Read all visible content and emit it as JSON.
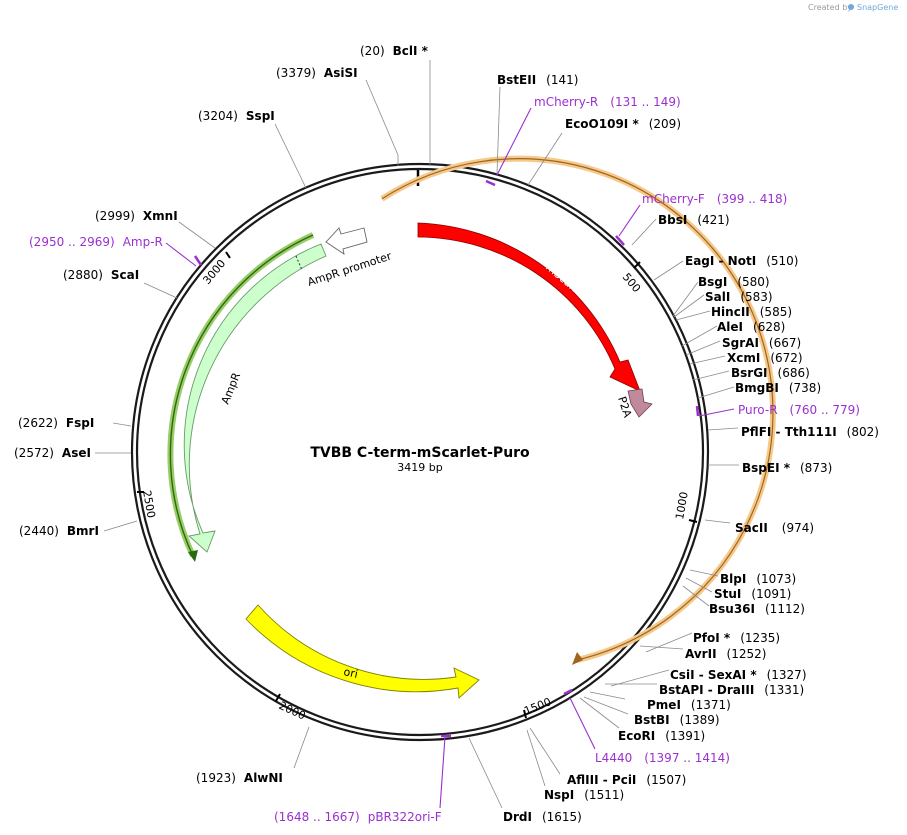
{
  "credit": "Created by",
  "brand": "SnapGene",
  "title": "TVBB C-term-mScarlet-Puro",
  "length": "3419 bp",
  "ticks": [
    "500",
    "1000",
    "1500",
    "2000",
    "2500",
    "3000"
  ],
  "features": {
    "mscarlet": "mScarlet",
    "p2a": "P2A",
    "ampr": "AmpR",
    "ampr_promoter": "AmpR promoter",
    "ori": "ori"
  },
  "sites": [
    {
      "name": "BclI *",
      "pos": "(20)"
    },
    {
      "name": "AsiSI",
      "pos": "(3379)"
    },
    {
      "name": "SspI",
      "pos": "(3204)"
    },
    {
      "name": "XmnI",
      "pos": "(2999)"
    },
    {
      "name": "ScaI",
      "pos": "(2880)"
    },
    {
      "name": "FspI",
      "pos": "(2622)"
    },
    {
      "name": "AseI",
      "pos": "(2572)"
    },
    {
      "name": "BmrI",
      "pos": "(2440)"
    },
    {
      "name": "AlwNI",
      "pos": "(1923)"
    },
    {
      "name": "DrdI",
      "pos": "(1615)"
    },
    {
      "name": "NspI",
      "pos": "(1511)"
    },
    {
      "name": "AflIII  -  PciI",
      "pos": "(1507)"
    },
    {
      "name": "EcoRI",
      "pos": "(1391)"
    },
    {
      "name": "BstBI",
      "pos": "(1389)"
    },
    {
      "name": "PmeI",
      "pos": "(1371)"
    },
    {
      "name": "BstAPI  -  DraIII",
      "pos": "(1331)"
    },
    {
      "name": "CsiI  -  SexAI *",
      "pos": "(1327)"
    },
    {
      "name": "AvrII",
      "pos": "(1252)"
    },
    {
      "name": "PfoI *",
      "pos": "(1235)"
    },
    {
      "name": "Bsu36I",
      "pos": "(1112)"
    },
    {
      "name": "StuI",
      "pos": "(1091)"
    },
    {
      "name": "BlpI",
      "pos": "(1073)"
    },
    {
      "name": "SacII",
      "pos": "(974)"
    },
    {
      "name": "BspEI *",
      "pos": "(873)"
    },
    {
      "name": "PflFI  -  Tth111I",
      "pos": "(802)"
    },
    {
      "name": "BmgBI",
      "pos": "(738)"
    },
    {
      "name": "BsrGI",
      "pos": "(686)"
    },
    {
      "name": "XcmI",
      "pos": "(672)"
    },
    {
      "name": "SgrAI",
      "pos": "(667)"
    },
    {
      "name": "AleI",
      "pos": "(628)"
    },
    {
      "name": "HincII",
      "pos": "(585)"
    },
    {
      "name": "SalI",
      "pos": "(583)"
    },
    {
      "name": "BsgI",
      "pos": "(580)"
    },
    {
      "name": "EagI  -  NotI",
      "pos": "(510)"
    },
    {
      "name": "BbsI",
      "pos": "(421)"
    },
    {
      "name": "EcoO109I *",
      "pos": "(209)"
    },
    {
      "name": "BstEII",
      "pos": "(141)"
    }
  ],
  "primers": [
    {
      "name": "mCherry-R",
      "range": "(131 .. 149)"
    },
    {
      "name": "mCherry-F",
      "range": "(399 .. 418)"
    },
    {
      "name": "Puro-R",
      "range": "(760 .. 779)"
    },
    {
      "name": "Amp-R",
      "range": "(2950 .. 2969)"
    },
    {
      "name": "L4440",
      "range": "(1397 .. 1414)"
    },
    {
      "name": "pBR322ori-F",
      "range": "(1648 .. 1667)"
    }
  ],
  "colors": {
    "backbone": "#1a1a1a",
    "mscarlet": "#ff0000",
    "p2a": "#c08a9c",
    "ampr": "#ccffcc",
    "ampr_promoter": "#ffffff",
    "ori": "#ffff00",
    "primer": "#9b30d0",
    "orf_highlight": "#f5c98a",
    "ampr_orf": "#66bb33"
  }
}
